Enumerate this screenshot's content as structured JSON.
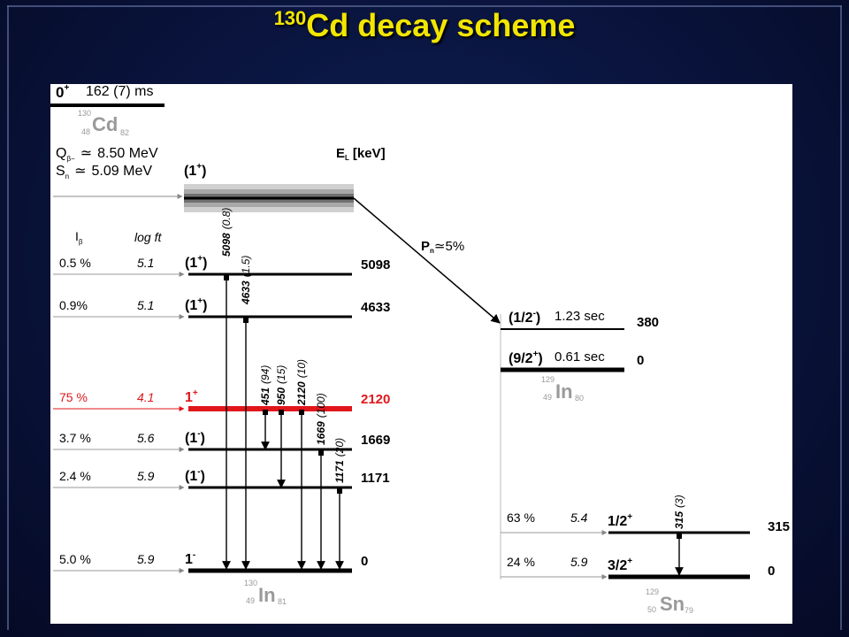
{
  "title": {
    "mass": "130",
    "main": "Cd decay scheme"
  },
  "parent": {
    "spin": "0",
    "spin_sup": "+",
    "halflife": "162 (7) ms",
    "mass": "130",
    "z": "48",
    "symbol": "Cd",
    "n": "82",
    "q_label": "Q",
    "q_sub": "β−",
    "q_value": "8.50 MeV",
    "s_label": "S",
    "s_sub": "n",
    "s_value": "5.09 MeV",
    "approx": "≃"
  },
  "headers": {
    "el_label": "E",
    "el_sub": "L",
    "el_unit": "[keV]",
    "ib_label": "I",
    "ib_sub": "β",
    "logft": "log ft",
    "pn_label": "P",
    "pn_sub": "n",
    "pn_value": "≃5%"
  },
  "continuum": {
    "spin": "(1",
    "spin_sup": "+",
    "spin_end": ")"
  },
  "in130_levels": [
    {
      "spin": "(1",
      "sup": "+",
      "end": ")",
      "energy": "5098",
      "intensity": "0.5 %",
      "logft": "5.1",
      "highlight": false
    },
    {
      "spin": "(1",
      "sup": "+",
      "end": ")",
      "energy": "4633",
      "intensity": "0.9%",
      "logft": "5.1",
      "highlight": false
    },
    {
      "spin": "1",
      "sup": "+",
      "end": "",
      "energy": "2120",
      "intensity": "75 %",
      "logft": "4.1",
      "highlight": true
    },
    {
      "spin": "(1",
      "sup": "-",
      "end": ")",
      "energy": "1669",
      "intensity": "3.7 %",
      "logft": "5.6",
      "highlight": false
    },
    {
      "spin": "(1",
      "sup": "-",
      "end": ")",
      "energy": "1171",
      "intensity": "2.4 %",
      "logft": "5.9",
      "highlight": false
    },
    {
      "spin": "1",
      "sup": "-",
      "end": "",
      "energy": "0",
      "intensity": "5.0 %",
      "logft": "5.9",
      "highlight": false
    }
  ],
  "in130_gammas": [
    {
      "energy": "5098",
      "intensity": "(0.8)"
    },
    {
      "energy": "4633",
      "intensity": "(1.5)"
    },
    {
      "energy": "451",
      "intensity": "(94)"
    },
    {
      "energy": "950",
      "intensity": "(15)"
    },
    {
      "energy": "2120",
      "intensity": "(10)"
    },
    {
      "energy": "1669",
      "intensity": "(100)"
    },
    {
      "energy": "1171",
      "intensity": "(20)"
    }
  ],
  "in130_nucleus": {
    "mass": "130",
    "z": "49",
    "symbol": "In",
    "n": "81"
  },
  "in129_levels": [
    {
      "spin": "(1/2",
      "sup": "-",
      "end": ")",
      "halflife": "1.23 sec",
      "energy": "380"
    },
    {
      "spin": "(9/2",
      "sup": "+",
      "end": ")",
      "halflife": "0.61 sec",
      "energy": "0"
    }
  ],
  "in129_nucleus": {
    "mass": "129",
    "z": "49",
    "symbol": "In",
    "n": "80"
  },
  "sn129_levels": [
    {
      "spin": "1/2",
      "sup": "+",
      "energy": "315",
      "intensity": "63 %",
      "logft": "5.4"
    },
    {
      "spin": "3/2",
      "sup": "+",
      "energy": "0",
      "intensity": "24 %",
      "logft": "5.9"
    }
  ],
  "sn129_gamma": {
    "energy": "315",
    "intensity": "(3)"
  },
  "sn129_nucleus": {
    "mass": "129",
    "z": "50",
    "symbol": "Sn",
    "n": "79"
  },
  "colors": {
    "title": "#f2e600",
    "highlight": "#e0161b",
    "nucleus_gray": "#9a9a9a"
  }
}
